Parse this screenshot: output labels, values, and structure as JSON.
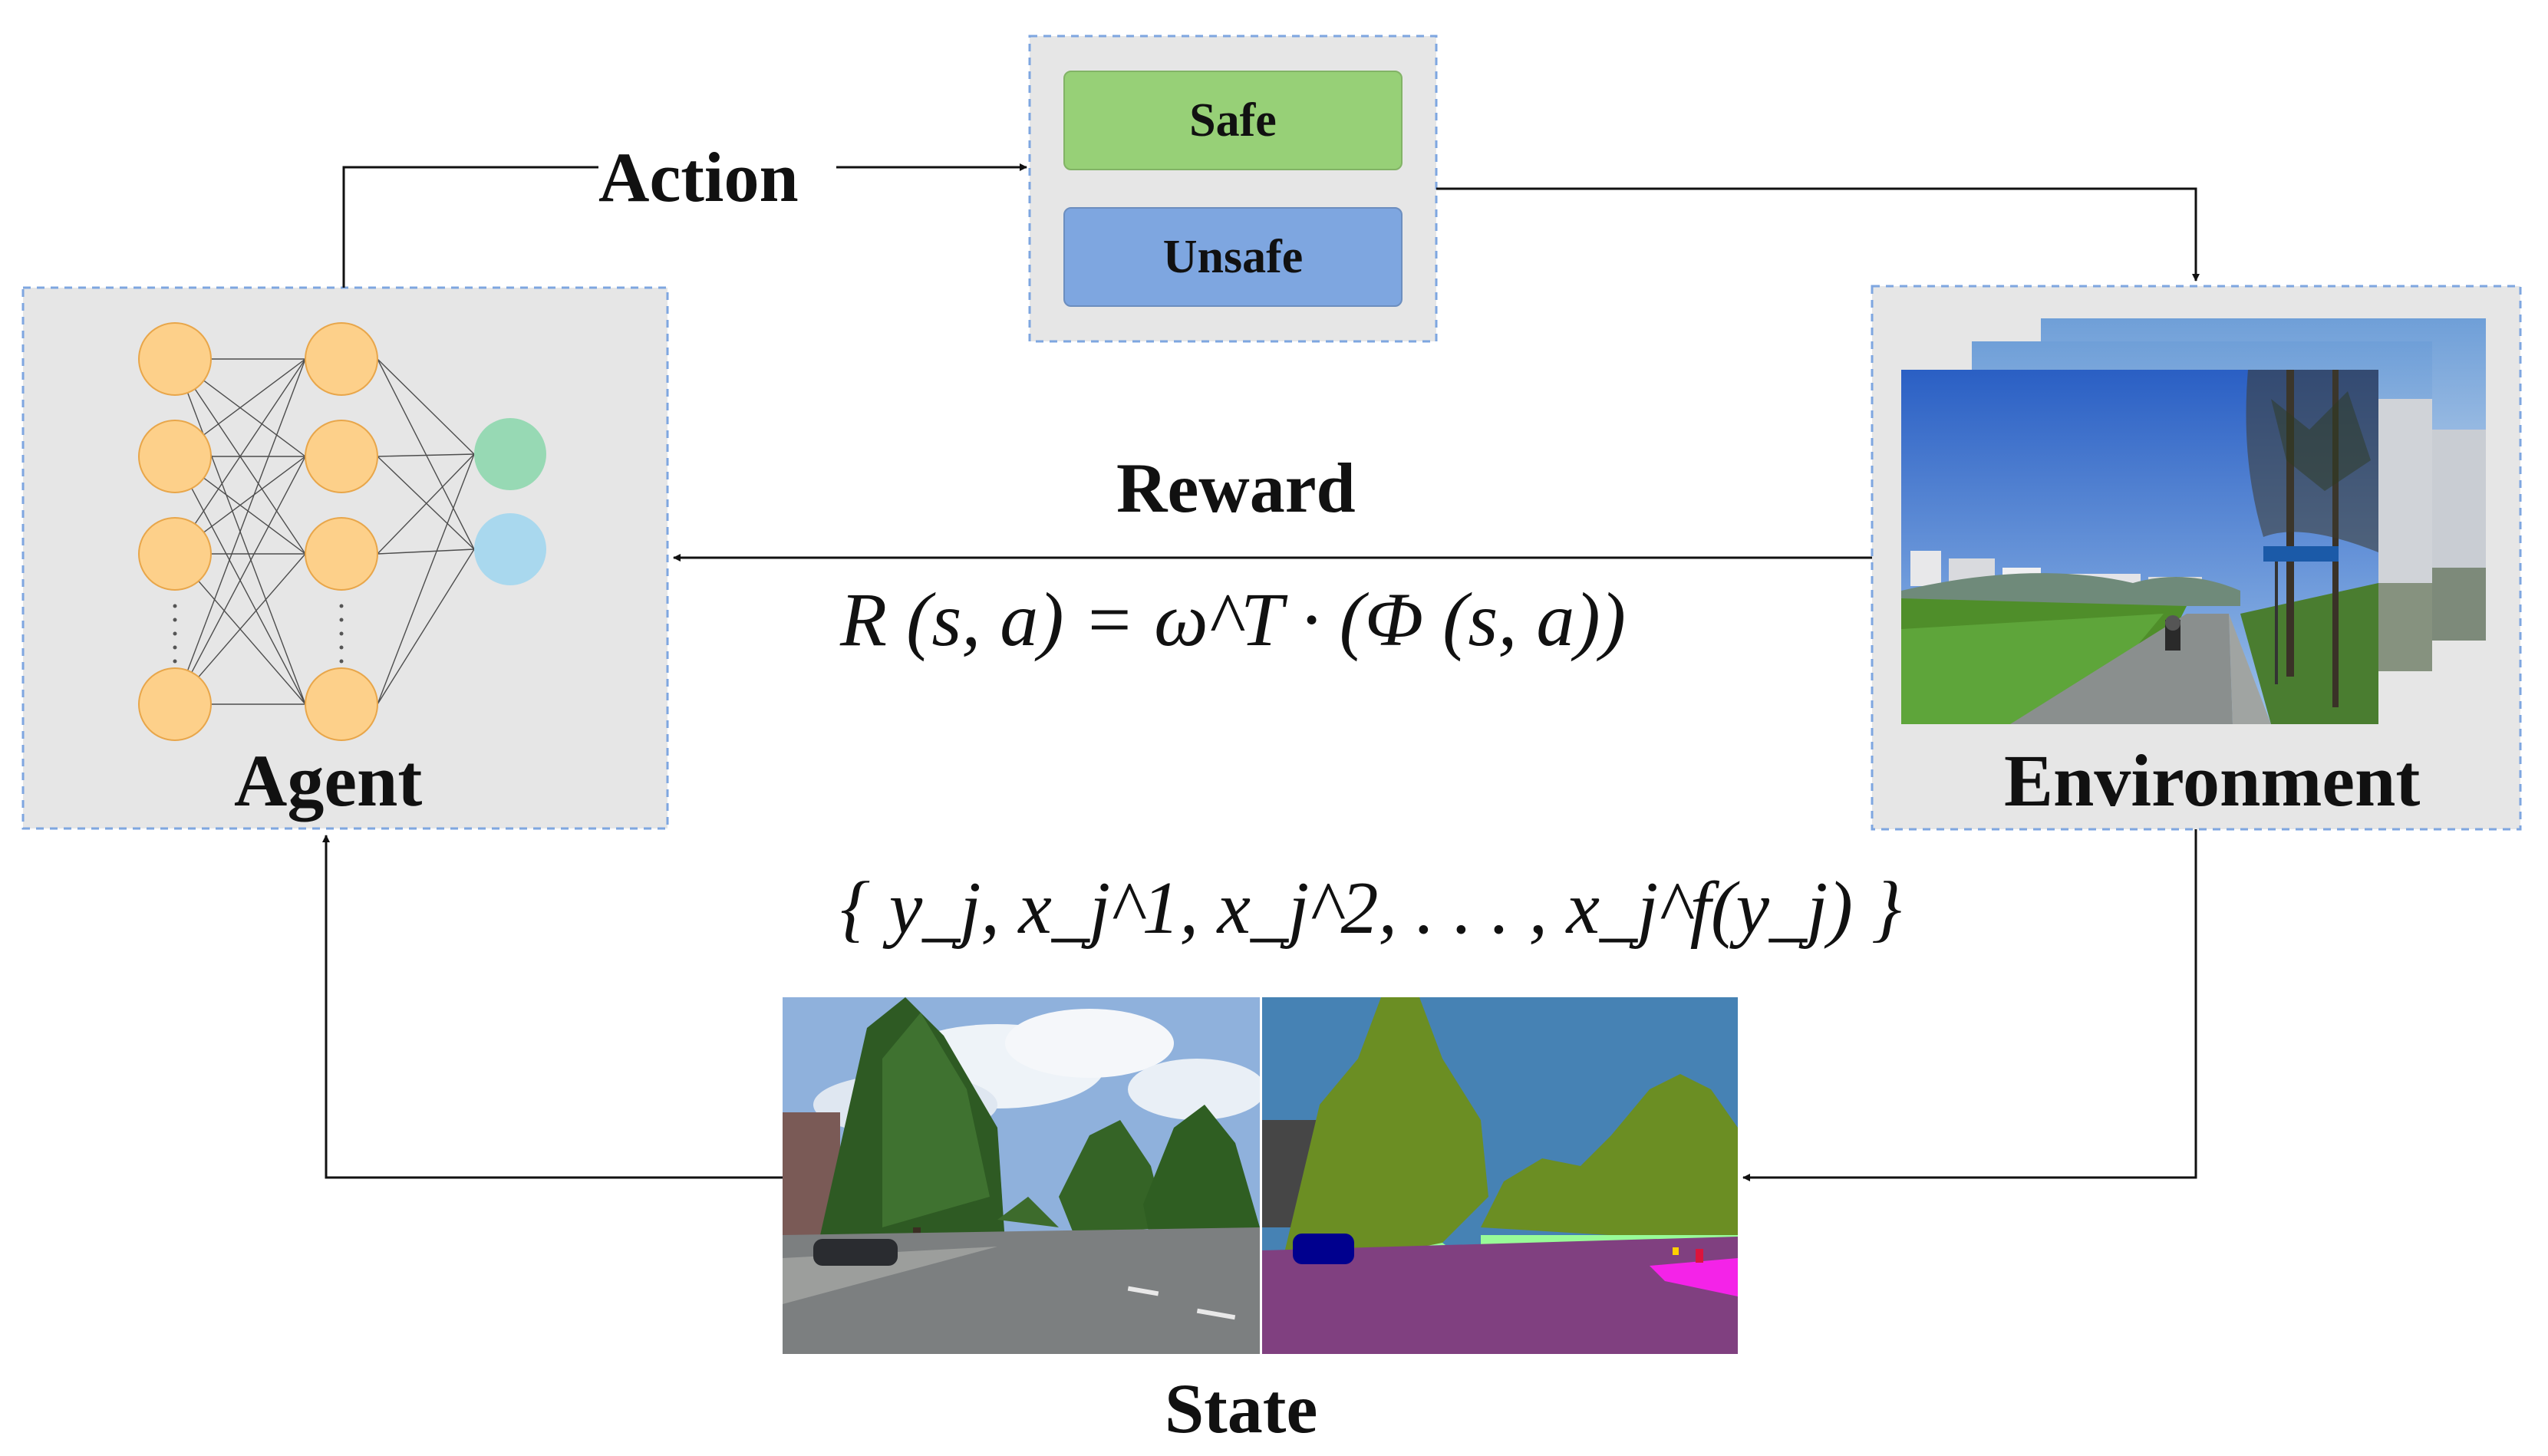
{
  "labels": {
    "action": "Action",
    "reward": "Reward",
    "agent": "Agent",
    "environment": "Environment",
    "state": "State"
  },
  "action_options": {
    "safe": "Safe",
    "unsafe": "Unsafe"
  },
  "formulas": {
    "reward": "R (s, a) = ω^T · (Φ (s, a))",
    "state": "{ y_j, x_j^1, x_j^2, . . . , x_j^f(y_j) }"
  },
  "colors": {
    "panel_bg": "#e6e6e6",
    "panel_border": "#7ea6e0",
    "neuron_hidden": "#fdd08a",
    "neuron_output_1": "#97d9b4",
    "neuron_output_2": "#a9d8ee",
    "safe_fill": "#97d077",
    "unsafe_fill": "#7ea6e0",
    "seg_sky": "#4682b4",
    "seg_tree": "#6b8e23",
    "seg_road": "#804080",
    "seg_car": "#00008e",
    "seg_grass": "#98fb98",
    "seg_building": "#464646",
    "seg_sidewalk": "#f423e8"
  }
}
